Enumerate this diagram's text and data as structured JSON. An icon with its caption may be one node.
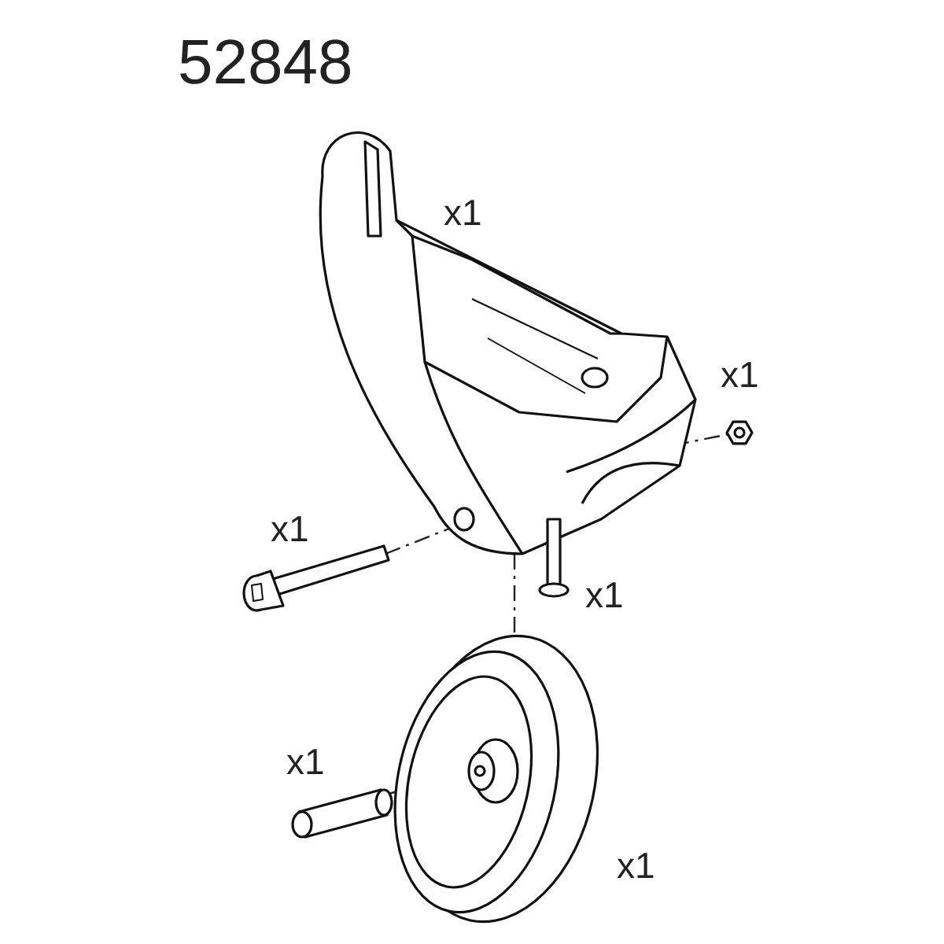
{
  "diagram": {
    "title": "52848",
    "labels": [
      "x1",
      "x1",
      "x1",
      "x1",
      "x1",
      "x1"
    ]
  }
}
